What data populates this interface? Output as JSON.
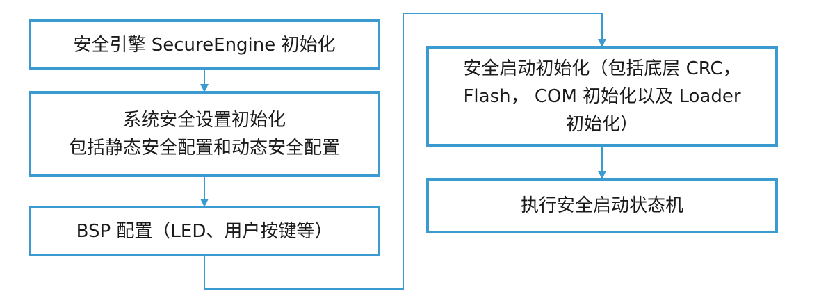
{
  "colors": {
    "box_border": "#3b9bd1",
    "connector": "#3b9bd1",
    "text": "#1a1a1a"
  },
  "steps": [
    {
      "lines": [
        "安全引擎 SecureEngine 初始化"
      ]
    },
    {
      "lines": [
        "系统安全设置初始化",
        "包括静态安全配置和动态安全配置"
      ]
    },
    {
      "lines": [
        "BSP 配置（LED、用户按键等）"
      ]
    },
    {
      "lines": [
        "安全启动初始化（包括底层 CRC，",
        "Flash， COM 初始化以及 Loader",
        "初始化）"
      ]
    },
    {
      "lines": [
        "执行安全启动状态机"
      ]
    }
  ]
}
